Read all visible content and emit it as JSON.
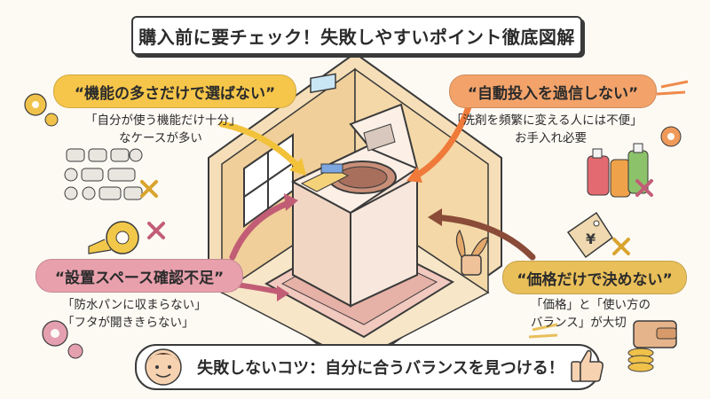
{
  "title": "購入前に要チェック！失敗しやすいポイント徹底図解",
  "points": {
    "features": {
      "heading": "“機能の多さだけで選ばない”",
      "line1": "「自分が使う機能だけ十分」",
      "line2": "なケースが多い"
    },
    "auto_dose": {
      "heading": "“自動投入を過信しない”",
      "line1": "「洗剤を頻繁に変える人には不便」",
      "line2": "お手入れ必要"
    },
    "space": {
      "heading": "“設置スペース確認不足”",
      "line1": "「防水パンに収まらない」",
      "line2": "「フタが開ききらない」"
    },
    "price": {
      "heading": "“価格だけで決めない”",
      "line1": "「価格」と「使い方の",
      "line2": "バランス」が大切"
    }
  },
  "tip": "失敗しないコツ：自分に合うバランスを見つける！",
  "price_tag_symbol": "¥",
  "icons": [
    "gear-icon",
    "control-buttons-icon",
    "cross-mark-icon",
    "tape-measure-icon",
    "detergent-bottles-icon",
    "price-tag-icon",
    "plant-icon",
    "wallet-icon",
    "coins-icon",
    "smiling-face-icon",
    "thumbs-up-icon"
  ],
  "colors": {
    "yellow": "#f6c64a",
    "orange": "#f3a36a",
    "pink": "#e8a0ad",
    "gold": "#e9bf5a",
    "room_wall": "#f3d7a8",
    "washer_body": "#f6e3d6"
  }
}
